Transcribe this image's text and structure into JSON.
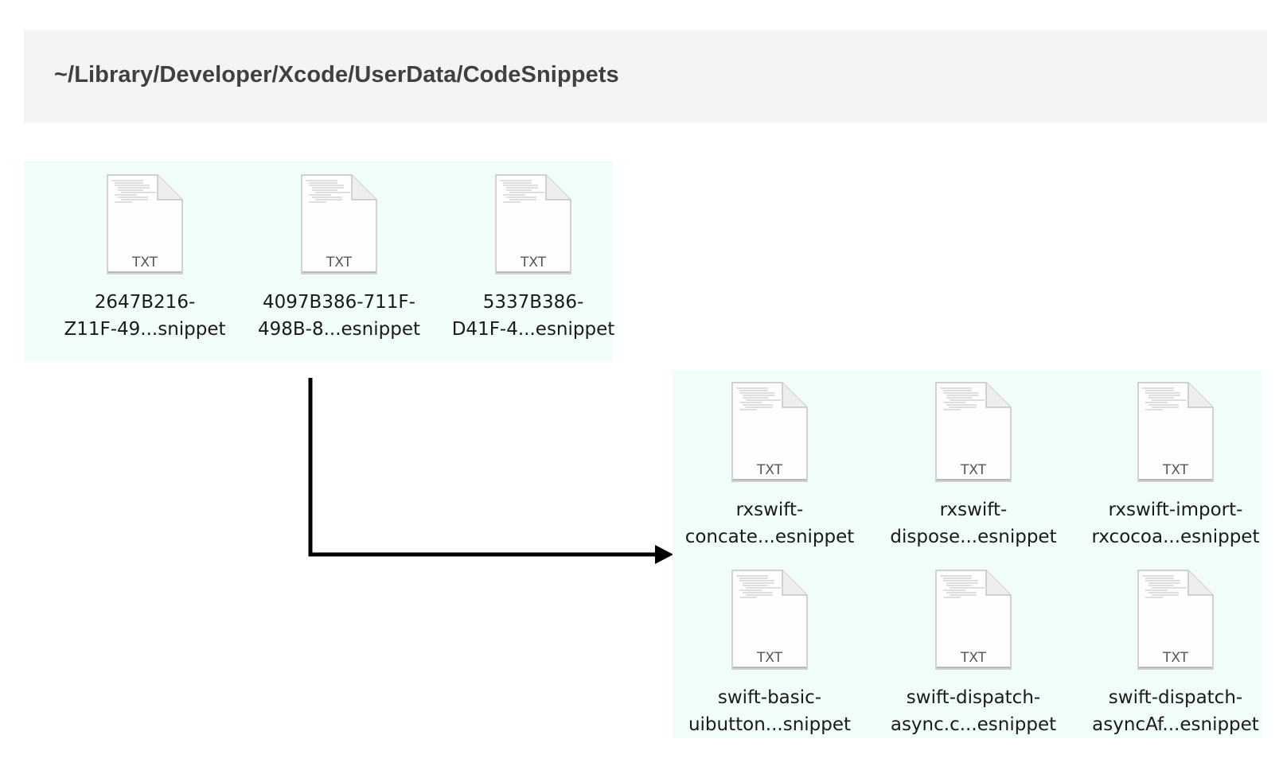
{
  "path_bar": {
    "path": "~/Library/Developer/Xcode/UserData/CodeSnippets"
  },
  "icon": {
    "name": "txt-document-icon",
    "badge": "TXT"
  },
  "source_files": [
    {
      "line1": "2647B216-",
      "line2": "Z11F-49...snippet"
    },
    {
      "line1": "4097B386-711F-",
      "line2": "498B-8...esnippet"
    },
    {
      "line1": "5337B386-",
      "line2": "D41F-4...esnippet"
    }
  ],
  "result_files": [
    {
      "line1": "rxswift-",
      "line2": "concate...esnippet"
    },
    {
      "line1": "rxswift-",
      "line2": "dispose...esnippet"
    },
    {
      "line1": "rxswift-import-",
      "line2": "rxcocoa...esnippet"
    },
    {
      "line1": "swift-basic-",
      "line2": "uibutton...snippet"
    },
    {
      "line1": "swift-dispatch-",
      "line2": "async.c...esnippet"
    },
    {
      "line1": "swift-dispatch-",
      "line2": "asyncAf...esnippet"
    }
  ],
  "colors": {
    "path_bar_bg": "#f4f4f4",
    "panel_bg": "#f1fdf9",
    "arrow": "#000000"
  }
}
